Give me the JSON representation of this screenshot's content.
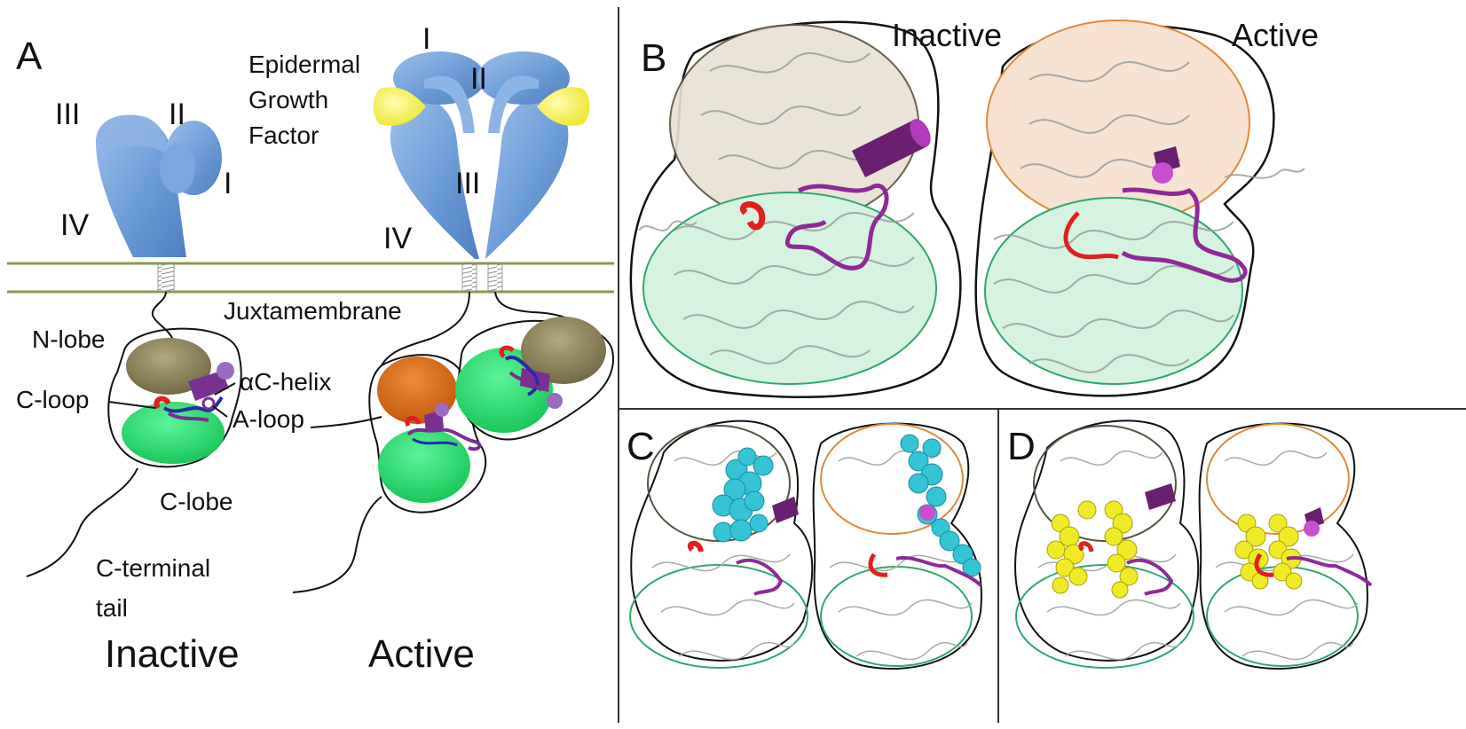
{
  "panels": {
    "A": "A",
    "B": "B",
    "C": "C",
    "D": "D"
  },
  "panel_a": {
    "domains_inactive": [
      "III",
      "II",
      "I",
      "IV"
    ],
    "domains_active": [
      "I",
      "II",
      "III",
      "IV"
    ],
    "ligand": [
      "Epidermal",
      "Growth",
      "Factor"
    ],
    "juxtamembrane": "Juxtamembrane",
    "n_lobe": "N-lobe",
    "c_loop": "C-loop",
    "ac_helix": "αC-helix",
    "a_loop": "A-loop",
    "c_lobe": "C-lobe",
    "c_terminal": [
      "C-terminal",
      "tail"
    ],
    "state_inactive": "Inactive",
    "state_active": "Active"
  },
  "panel_b": {
    "inactive": "Inactive",
    "active": "Active"
  },
  "colors": {
    "ecd_blue": "#6f9fd8",
    "egf_yellow": "#f3ee54",
    "membrane_green": "#8a9a4b",
    "n_lobe_olive": "#8f8459",
    "n_lobe_active_orange": "#d96a1a",
    "c_lobe_green": "#22e06a",
    "helix_purple": "#7b2f91",
    "loop_red": "#e02020",
    "surface_cyan": "#35c3d6",
    "surface_yellow": "#f0ea24",
    "outline_orange": "#e08a3a",
    "outline_green": "#2fa86a"
  }
}
